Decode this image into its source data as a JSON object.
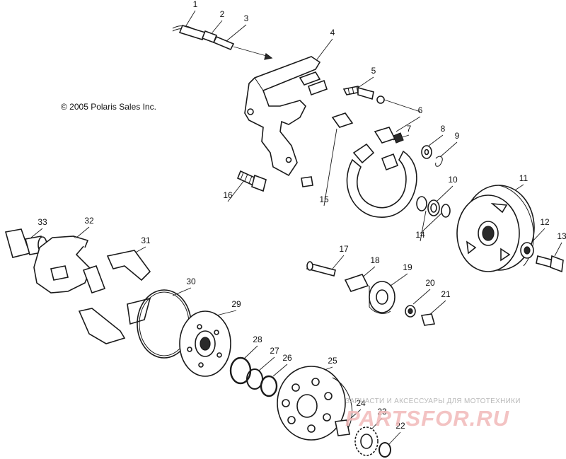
{
  "copyright": "© 2005 Polaris Sales Inc.",
  "watermark": {
    "caption": "ЗАПЧАСТИ И АКСЕССУАРЫ ДЛЯ МОТОТЕХНИКИ",
    "logo": "PARTSFOR.RU"
  },
  "callouts": [
    "1",
    "2",
    "3",
    "4",
    "5",
    "6",
    "7",
    "8",
    "9",
    "10",
    "11",
    "12",
    "13",
    "14",
    "15",
    "16",
    "17",
    "18",
    "19",
    "20",
    "21",
    "22",
    "23",
    "24",
    "25",
    "26",
    "27",
    "28",
    "29",
    "30",
    "31",
    "32",
    "33"
  ]
}
